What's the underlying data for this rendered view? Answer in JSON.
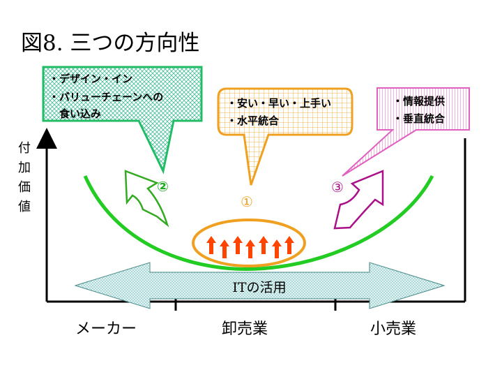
{
  "title": "図8. 三つの方向性",
  "y_axis_label": [
    "付",
    "加",
    "価",
    "値"
  ],
  "callouts": {
    "left": {
      "lines": [
        "・デザイン・イン",
        "・バリューチェーンへの",
        "　食い込み"
      ],
      "number": "②",
      "color": "#22bb66"
    },
    "center": {
      "lines": [
        "・安い・早い・上手い",
        "・水平統合"
      ],
      "number": "①",
      "color": "#f0a020"
    },
    "right": {
      "lines": [
        "・情報提供",
        "・垂直統合"
      ],
      "number": "③",
      "color": "#e060c0"
    }
  },
  "it_arrow_label": "ITの活用",
  "x_categories": [
    "メーカー",
    "卸売業",
    "小売業"
  ],
  "colors": {
    "curve": "#22cc22",
    "arrow_left": "#33aa22",
    "arrow_right": "#aa1188",
    "up_arrows": "#ff4400",
    "ellipse": "#f0a020",
    "it_arrow": "#aadddd"
  }
}
